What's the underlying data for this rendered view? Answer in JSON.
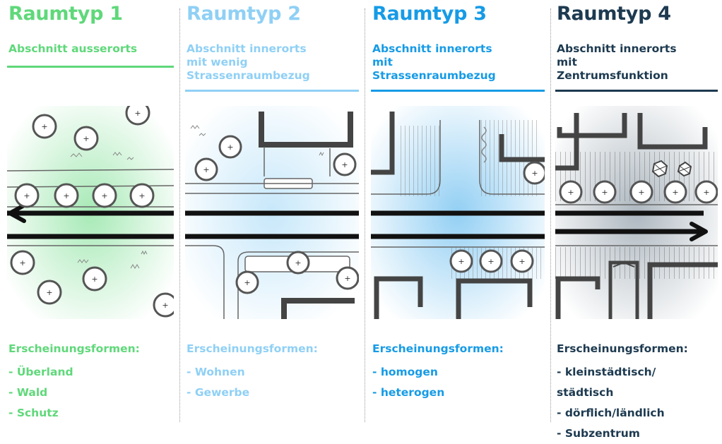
{
  "colors": {
    "type1": "#5fd87a",
    "type2": "#8fd0f5",
    "type3": "#169be6",
    "type4": "#1d3a50",
    "road": "#111111",
    "building": "#444444",
    "tree": "#555555",
    "separator": "#9a9a9a"
  },
  "columns": [
    {
      "title": "Raumtyp 1",
      "subtitle": "Abschnitt ausserorts",
      "forms_heading": "Erscheinungsformen:",
      "forms": [
        "- Überland",
        "- Wald",
        "- Schutz"
      ],
      "arrow_direction": "left"
    },
    {
      "title": "Raumtyp 2",
      "subtitle": "Abschnitt innerorts\nmit wenig\nStrassenraumbezug",
      "forms_heading": "Erscheinungsformen:",
      "forms": [
        "- Wohnen",
        "- Gewerbe"
      ],
      "arrow_direction": "none"
    },
    {
      "title": "Raumtyp 3",
      "subtitle": "Abschnitt innerorts\nmit\nStrassenraumbezug",
      "forms_heading": "Erscheinungsformen:",
      "forms": [
        "- homogen",
        "- heterogen"
      ],
      "arrow_direction": "none"
    },
    {
      "title": "Raumtyp 4",
      "subtitle": "Abschnitt innerorts\nmit\nZentrumsfunktion",
      "forms_heading": "Erscheinungsformen:",
      "forms": [
        "- kleinstädtisch/\n  städtisch",
        "- dörflich/ländlich",
        "- Subzentrum"
      ],
      "arrow_direction": "right"
    }
  ]
}
